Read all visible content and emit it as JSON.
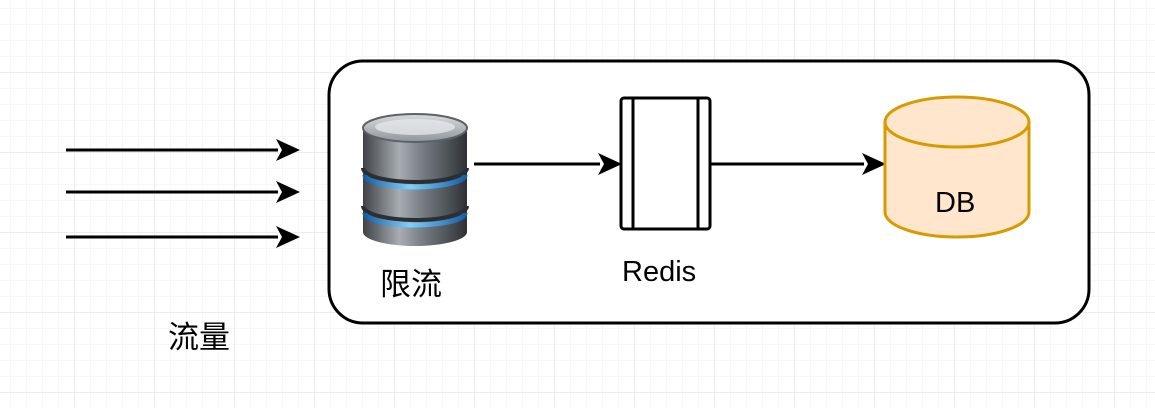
{
  "labels": {
    "traffic": "流量",
    "rate_limiter": "限流",
    "cache": "Redis",
    "database": "DB"
  },
  "colors": {
    "stroke": "#000000",
    "db_fill": "#ffe6cc",
    "db_stroke": "#d79b00",
    "limiter_body": "#8a8f95",
    "limiter_band": "#3fb0ff"
  },
  "icons": {
    "limiter": "database-stack-icon",
    "cache": "process-box-icon",
    "database": "cylinder-icon"
  }
}
